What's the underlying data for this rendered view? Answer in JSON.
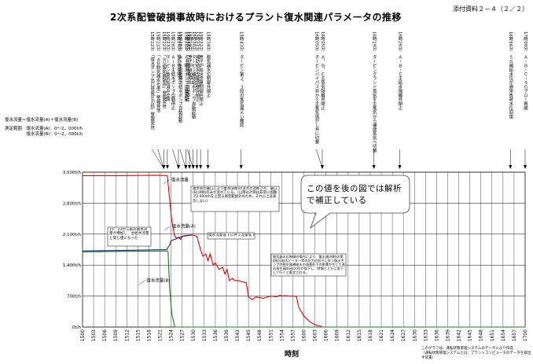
{
  "doc_id": "添付資料２－４（２／２）",
  "title": "2次系配管破損事故時におけるプラント復水関連パラメータの推移",
  "definitions": {
    "line1": "復水流量＝復水流量(A)＋復水流量(B)",
    "line2": "測定範囲　復水流量(A)：0～2，000t/h",
    "line3": "　　　　　復水流量(B)：0～2，000t/h"
  },
  "xlabel": "時刻",
  "footnote": {
    "line1": "このグラフは、運転状態管理システムのデータにより作成",
    "line2": "（運転状態管理システムとは、プラントコンピュータのデータを取出す装置）"
  },
  "callout_text": "この値を後の図では解析で補正している",
  "annotations": {
    "a_1522": "15：23から系の復水流量が増加し、主給水流量と同じ値になった",
    "a_1524": "復水管の破口により復水(B側)の流れが遮断され、破口(B)(A側)のみが流れている。（以降は計測は非常に困難で2,000t/hを上回る測定範囲外のため、それ以上は表示しない）",
    "a_1528": "復水流量低下に伴う流量低下",
    "a_1544": "脱気器水位制御の操作により、復水器(A側)の第4低圧給水ヒーター等の圧力の低下に伴う復水ポンプの脱気器補給水の流量低下の影響が生じて蒸気発生器の出口(A)が低下し、時間とともに低下して行くと推定される。"
  },
  "events": [
    {
      "time": "15時22分",
      "label": "「火災報知器動作」警報発信"
    },
    {
      "time": "15時22分",
      "label": "「ＡＢ脱気器水位低」警報発信"
    },
    {
      "time": "15時22分",
      "label": "「復水ポンプ出口母管圧力低」警報発信"
    },
    {
      "time": "15時23分",
      "label": "タービン蒸気加減弁全閉"
    },
    {
      "time": "15時26分",
      "label": "緊急負荷降下"
    },
    {
      "time": "15時26分",
      "label": "Ａ－Ｂ主給水ポンプ自動停止"
    },
    {
      "time": "15時28分",
      "label": "Ｃ主給水ポンプ自動起動"
    },
    {
      "time": "15時28分",
      "label": "Ａ－Ｂ電動補助給水ポンプ自動起動"
    },
    {
      "time": "15時29分",
      "label": "原子炉自動停止"
    },
    {
      "time": "15時30分",
      "label": "タービン補助給水ポンプ自動起動"
    },
    {
      "time": "15時30分",
      "label": "Ｃ主給水ポンプ自動停止"
    },
    {
      "time": "15時31分",
      "label": "補助給水流量調整弁閉止"
    },
    {
      "time": "15時32分",
      "label": "原子炉給水流量制御弁閉止"
    },
    {
      "time": "15時34分",
      "label": "脱気器水位制御弁閉止"
    },
    {
      "time": "15時43分",
      "label": "タービン第２，３段の蒸気漏えい確認"
    },
    {
      "time": "16時05分",
      "label": "Ａ，Ｂ，Ｃ主蒸気隔離弁閉止"
    },
    {
      "time": "16時05分",
      "label": "タービンバイパス弁から主蒸気逃がし弁に切替"
    },
    {
      "time": "16時19分",
      "label": "タービングランド蒸気を主蒸気から補助蒸気へ切替"
    },
    {
      "time": "16時26分",
      "label": "Ａ・Ｂ・Ｃ主給水隔離弁閉止"
    },
    {
      "time": "16時56分",
      "label": "ＳＧ補給水位が通常負荷水位回復"
    },
    {
      "time": "17時00分",
      "label": "Ａ・Ｂ・Ｃ－ＳＧブロー再開"
    }
  ],
  "colors": {
    "total": "#e00000",
    "a": "#1f1f9f",
    "b": "#1a7a1a",
    "callout_border": "#444444"
  },
  "chart_data": {
    "type": "line",
    "xlabel": "時刻",
    "ylabel": "",
    "ylim": [
      0,
      3500
    ],
    "yticks": [
      "0t/h",
      "700t/h",
      "1,400t/h",
      "2,100t/h",
      "2,800t/h",
      "3,500t/h"
    ],
    "ytick_values": [
      0,
      700,
      1400,
      2100,
      2800,
      3500
    ],
    "x_ticks": [
      "1500",
      "1503",
      "1506",
      "1509",
      "1512",
      "1515",
      "1518",
      "1521",
      "1524",
      "1527",
      "1530",
      "1533",
      "1536",
      "1539",
      "1542",
      "1545",
      "1548",
      "1551",
      "1554",
      "1557",
      "1600",
      "1603",
      "1606",
      "1609",
      "1612",
      "1615",
      "1618",
      "1621",
      "1624",
      "1627",
      "1630",
      "1633",
      "1636",
      "1639",
      "1642",
      "1645",
      "1648",
      "1651",
      "1654",
      "1657",
      "1700"
    ],
    "series": [
      {
        "name": "復水流量",
        "key": "total",
        "label_at": 1523.2,
        "x": [
          1500,
          1510,
          1520,
          1523.0,
          1523.6,
          1524.2,
          1525.0,
          1525.6,
          1526.0,
          1526.6,
          1527.0,
          1528.0,
          1529.6,
          1530.4,
          1531.0,
          1532.0,
          1532.6,
          1533.4,
          1534.0,
          1534.6,
          1535.4,
          1536.0,
          1537.0,
          1538.0,
          1538.6,
          1539.2,
          1539.8,
          1540.6,
          1541.2,
          1542.0,
          1544.4,
          1545.0,
          1546.0,
          1547.0,
          1549.0,
          1551.0,
          1552.6,
          1553.0,
          1553.6,
          1554.0,
          1555.0,
          1556.0,
          1557.0,
          1558.0,
          1558.6,
          1600.0,
          1601.6,
          1603.0,
          1604.6,
          1605.0,
          1630.0,
          1700.0
        ],
        "y": [
          3420,
          3420,
          3430,
          3420,
          2900,
          2400,
          2050,
          2000,
          2030,
          1980,
          2050,
          2070,
          2080,
          2070,
          2050,
          1750,
          1600,
          1650,
          1500,
          1650,
          1400,
          1450,
          1300,
          1350,
          1200,
          1300,
          1050,
          1100,
          1050,
          1050,
          1000,
          680,
          620,
          680,
          650,
          700,
          680,
          700,
          720,
          700,
          710,
          700,
          700,
          690,
          450,
          250,
          120,
          50,
          20,
          0,
          0,
          0
        ]
      },
      {
        "name": "復水流量(A)",
        "key": "a",
        "label_at": 1523.4,
        "x": [
          1500,
          1510,
          1522.8,
          1523.2,
          1523.6,
          1524.0,
          1525.6,
          1527.0,
          1529.6
        ],
        "y": [
          1720,
          1730,
          1750,
          1800,
          1850,
          1950,
          2000,
          2050,
          2080
        ]
      },
      {
        "name": "復水流量(B)",
        "key": "b",
        "label_at": 1516.5,
        "x": [
          1500,
          1510,
          1523.0,
          1523.2,
          1523.6,
          1524.2,
          1525.0,
          1530.0,
          1700.0
        ],
        "y": [
          1700,
          1710,
          1720,
          1700,
          900,
          300,
          0,
          0,
          0
        ]
      }
    ]
  }
}
